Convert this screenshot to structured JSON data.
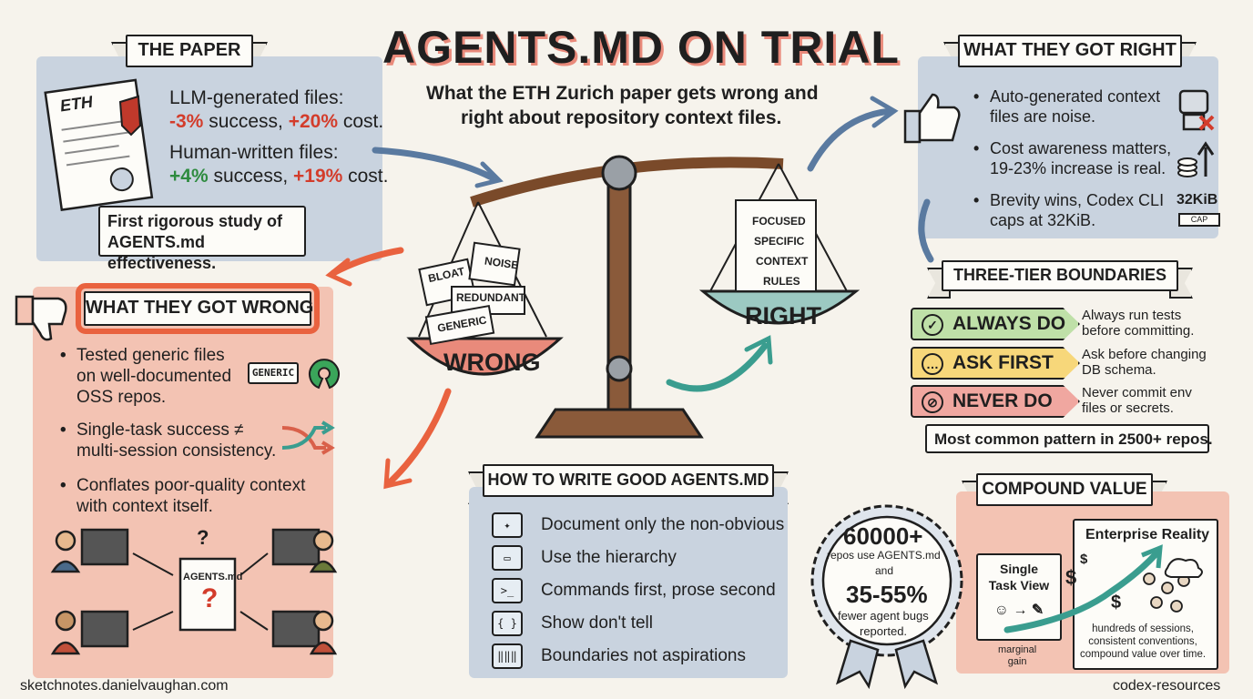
{
  "header": {
    "title": "AGENTS.MD ON TRIAL",
    "subtitle_line1": "What the ETH Zurich paper gets wrong and",
    "subtitle_line2": "right about repository context files."
  },
  "paper": {
    "banner": "THE PAPER",
    "doc_label": "ETH",
    "llm_label": "LLM-generated files:",
    "llm_success": "-3%",
    "llm_success_text": " success, ",
    "llm_cost": "+20%",
    "llm_cost_text": " cost.",
    "human_label": "Human-written files:",
    "human_success": "+4%",
    "human_success_text": " success, ",
    "human_cost": "+19%",
    "human_cost_text": " cost.",
    "note_line1": "First rigorous study of",
    "note_line2": "AGENTS.md effectiveness."
  },
  "wrong": {
    "banner": "WHAT THEY GOT WRONG",
    "item1_line1": "Tested generic files",
    "item1_line2": "on well-documented",
    "item1_line3": "OSS repos.",
    "generic_badge": "GENERIC",
    "item2_line1": "Single-task success ≠",
    "item2_line2": "multi-session consistency.",
    "item3_line1": "Conflates poor-quality context",
    "item3_line2": "with context itself.",
    "center_doc": "AGENTS.md",
    "question": "?"
  },
  "scale": {
    "left_label": "WRONG",
    "right_label": "RIGHT",
    "left_papers": [
      "BLOAT",
      "NOISE",
      "REDUNDANT",
      "GENERIC"
    ],
    "right_doc": [
      "FOCUSED",
      "SPECIFIC",
      "CONTEXT",
      "RULES"
    ]
  },
  "right": {
    "banner": "WHAT THEY GOT RIGHT",
    "item1_line1": "Auto-generated context",
    "item1_line2": "files are noise.",
    "item2_line1": "Cost awareness matters,",
    "item2_line2": "19-23% increase is real.",
    "item3_line1": "Brevity wins, Codex CLI",
    "item3_line2": "caps at 32KiB.",
    "cap_value": "32KiB",
    "cap_label": "CAP"
  },
  "tiers": {
    "banner": "THREE-TIER BOUNDARIES",
    "always_label": "ALWAYS DO",
    "always_desc1": "Always run tests",
    "always_desc2": "before committing.",
    "ask_label": "ASK FIRST",
    "ask_desc1": "Ask before changing",
    "ask_desc2": "DB schema.",
    "never_label": "NEVER DO",
    "never_desc1": "Never commit env",
    "never_desc2": "files or secrets.",
    "note": "Most common pattern in 2500+ repos.",
    "colors": {
      "always": "#bfe0a8",
      "ask": "#f7d77a",
      "never": "#f0a7a0"
    }
  },
  "howto": {
    "banner": "HOW TO WRITE GOOD AGENTS.MD",
    "items": [
      {
        "icon": "flashlight-icon",
        "glyph": "✦",
        "label": "Document only the non-obvious"
      },
      {
        "icon": "folder-icon",
        "glyph": "▭",
        "label": "Use the hierarchy"
      },
      {
        "icon": "terminal-icon",
        "glyph": ">_",
        "label": "Commands first, prose second"
      },
      {
        "icon": "code-braces-icon",
        "glyph": "{ }",
        "label": "Show don't tell"
      },
      {
        "icon": "fence-icon",
        "glyph": "‖‖‖",
        "label": "Boundaries not aspirations"
      }
    ]
  },
  "compound": {
    "banner": "COMPOUND VALUE",
    "seal_big1": "60000+",
    "seal_line1": "repos use AGENTS.md",
    "seal_line2": "and",
    "seal_big2": "35-55%",
    "seal_line3": "fewer agent bugs",
    "seal_line4": "reported.",
    "single_line1": "Single",
    "single_line2": "Task View",
    "marginal_line1": "marginal",
    "marginal_line2": "gain",
    "enterprise_title": "Enterprise Reality",
    "enterprise_line1": "hundreds of sessions,",
    "enterprise_line2": "consistent conventions,",
    "enterprise_line3": "compound value over time.",
    "dollar": "$"
  },
  "footer": {
    "left": "sketchnotes.danielvaughan.com",
    "right": "codex-resources"
  }
}
